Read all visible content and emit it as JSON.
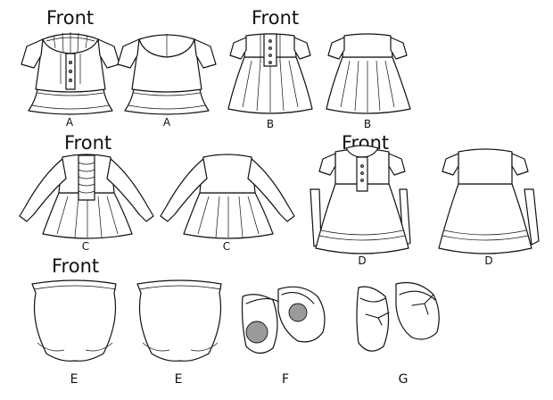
{
  "front_label": "Front",
  "groups": {
    "A": {
      "front": "Front",
      "labels": [
        "A",
        "A"
      ]
    },
    "B": {
      "front": "Front",
      "labels": [
        "B",
        "B"
      ]
    },
    "C": {
      "front": "Front",
      "labels": [
        "C",
        "C"
      ]
    },
    "D": {
      "front": "Front",
      "labels": [
        "D",
        "D"
      ]
    },
    "E": {
      "front": "Front",
      "labels": [
        "E",
        "E"
      ]
    },
    "F": {
      "labels": [
        "F"
      ]
    },
    "G": {
      "labels": [
        "G"
      ]
    }
  }
}
